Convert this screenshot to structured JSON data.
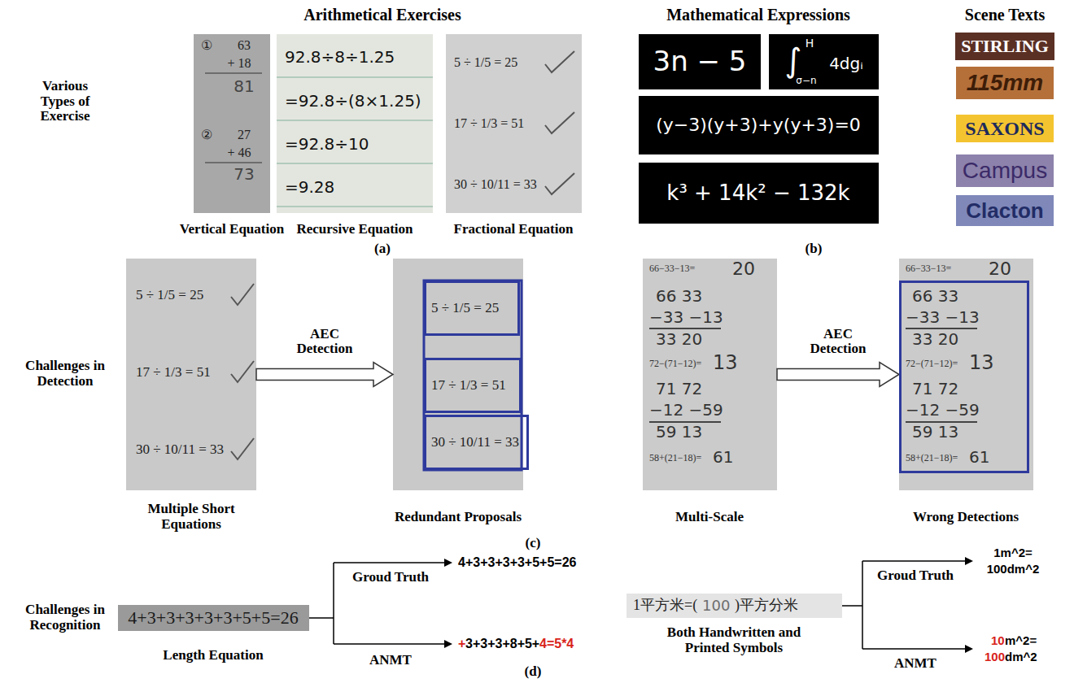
{
  "diagram": {
    "nodes": [
      {
        "text": [
          "①",
          "63",
          "+ 18",
          "81",
          "②",
          "27",
          "+ 46",
          "73",
          "Vertical Equation"
        ]
      },
      {
        "text": [
          "92.8÷8÷1.25",
          "=92.8÷(8×1.25)",
          "=92.8÷10",
          "=9.28",
          "Recursive Equation"
        ]
      },
      {
        "text": [
          "5 ÷ 1/5 = 25",
          "17 ÷ 1/3 = 51",
          "30 ÷ 10/11 = 33",
          "Fractional Equation"
        ]
      },
      {
        "text": [
          "3n − 5"
        ]
      },
      {
        "text": [
          "∫",
          "H",
          "σ−n",
          "4dgᵢ"
        ]
      },
      {
        "text": [
          "(y−3)(y+3)+y(y+3)=0"
        ]
      },
      {
        "text": [
          "k³ + 14k² − 132k"
        ]
      },
      {
        "text": [
          "STIRLING"
        ]
      },
      {
        "text": [
          "115mm"
        ]
      },
      {
        "text": [
          "SAXONS"
        ]
      },
      {
        "text": [
          "Campus"
        ]
      },
      {
        "text": [
          "Clacton"
        ]
      },
      {
        "text": [
          "5 ÷ 1/5 = 25",
          "17 ÷ 1/3 = 51",
          "30 ÷ 10/11 = 33",
          "Multiple Short Equations"
        ]
      },
      {
        "text": [
          "Redundant Proposals"
        ]
      },
      {
        "text": [
          "5 ÷ 1/5 = 25"
        ],
        "in": 13
      },
      {
        "text": [
          "17 ÷ 1/3 = 51"
        ],
        "in": 13
      },
      {
        "text": [
          "30 ÷ 10/11 = 33"
        ],
        "in": 13
      },
      {
        "text": [
          "66−33−13=",
          "20",
          "66 33",
          "−33 −13",
          "33 20",
          "72−(71−12)=",
          "13",
          "71 72",
          "−12 −59",
          "59 13",
          "58+(21−18)=",
          "61",
          "Multi-Scale"
        ]
      },
      {
        "text": [
          "66−33−13=",
          "20",
          "Wrong Detections"
        ]
      },
      {
        "text": [
          "66 33",
          "−33 −13",
          "33 20",
          "72−(71−12)=",
          "13",
          "71 72",
          "−12 −59",
          "59 13",
          "58+(21−18)=",
          "61"
        ],
        "in": 18
      },
      {
        "text": [
          "4+3+3+3+3+3+5+5=26",
          "Length Equation"
        ]
      },
      {
        "text": [
          "1平方米=(",
          "100",
          ")平方分米",
          "Both Handwritten and Printed Symbols"
        ]
      }
    ],
    "edges": [
      {
        "from": 12,
        "to": 13,
        "label": "AEC Detection",
        "arrow": "to"
      },
      {
        "from": 17,
        "to": 18,
        "label": "AEC Detection",
        "arrow": "to"
      }
    ],
    "labels": [
      "Arithmetical Exercises",
      "Mathematical Expressions",
      "Scene Texts",
      "Various Types of Exercise",
      "(a)",
      "(b)",
      "Challenges in Detection",
      "(c)",
      "Challenges in Recognition",
      "Groud Truth",
      "4+3+3+3+3+5+5=26",
      "ANMT",
      "+",
      "3+3+3+8+5+",
      "4=5*4",
      "(d)",
      "Groud Truth",
      "1m^2=",
      "100dm^2",
      "ANMT",
      "10",
      "m^2=",
      "100",
      "dm^2"
    ]
  }
}
